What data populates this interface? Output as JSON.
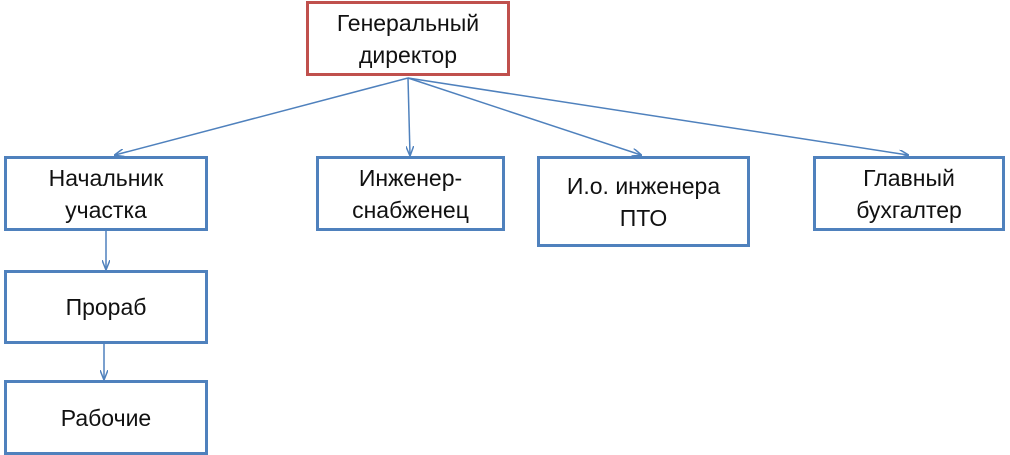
{
  "colors": {
    "root_border": "#c0504d",
    "node_border": "#4f81bd",
    "connector": "#4f81bd"
  },
  "nodes": {
    "general_director": "Генеральный\nдиректор",
    "site_chief": "Начальник\nучастка",
    "supply_engineer": "Инженер-\nснабженец",
    "pto_engineer": "И.о. инженера\nПТО",
    "chief_accountant": "Главный\nбухгалтер",
    "foreman": "Прораб",
    "workers": "Рабочие"
  },
  "edges": [
    {
      "from": "general_director",
      "to": "site_chief"
    },
    {
      "from": "general_director",
      "to": "supply_engineer"
    },
    {
      "from": "general_director",
      "to": "pto_engineer"
    },
    {
      "from": "general_director",
      "to": "chief_accountant"
    },
    {
      "from": "site_chief",
      "to": "foreman"
    },
    {
      "from": "foreman",
      "to": "workers"
    }
  ]
}
